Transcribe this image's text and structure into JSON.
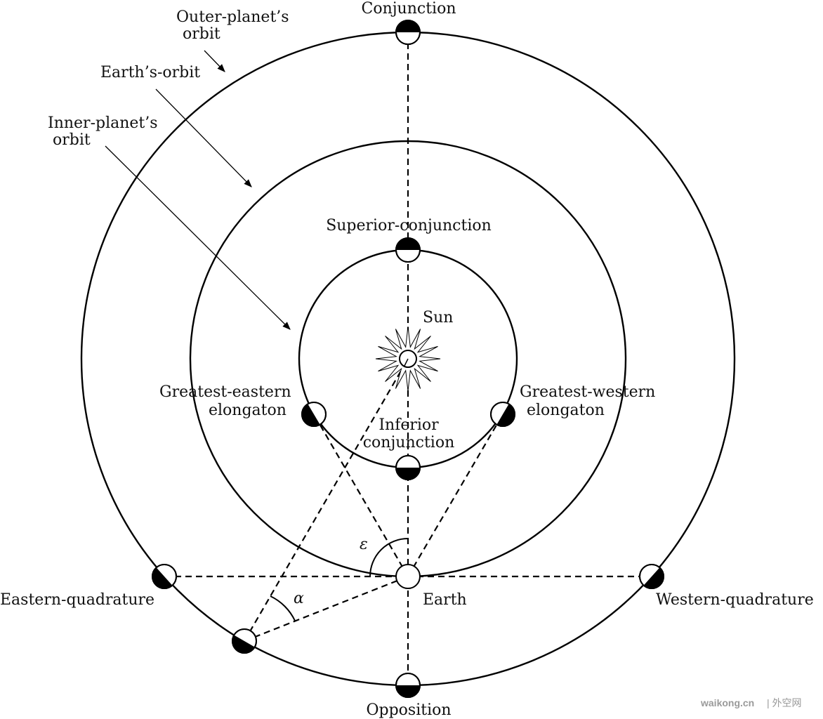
{
  "labels": {
    "outer_orbit": [
      "Outer-planet’s",
      "orbit"
    ],
    "earth_orbit": "Earth’s-orbit",
    "inner_orbit": [
      "Inner-planet’s",
      "orbit"
    ],
    "conjunction": "Conjunction",
    "superior_conjunction": "Superior-conjunction",
    "sun": "Sun",
    "greatest_eastern": [
      "Greatest-eastern",
      "elongaton"
    ],
    "greatest_western": [
      "Greatest-western",
      "elongaton"
    ],
    "inferior_conjunction": [
      "Inferior",
      "conjunction"
    ],
    "epsilon": "ε",
    "alpha": "α",
    "eastern_quadrature": "Eastern-quadrature",
    "earth": "Earth",
    "western_quadrature": "Western-quadrature",
    "opposition": "Opposition"
  },
  "watermark": {
    "site": "waikong.cn",
    "name": "| 外空网"
  }
}
